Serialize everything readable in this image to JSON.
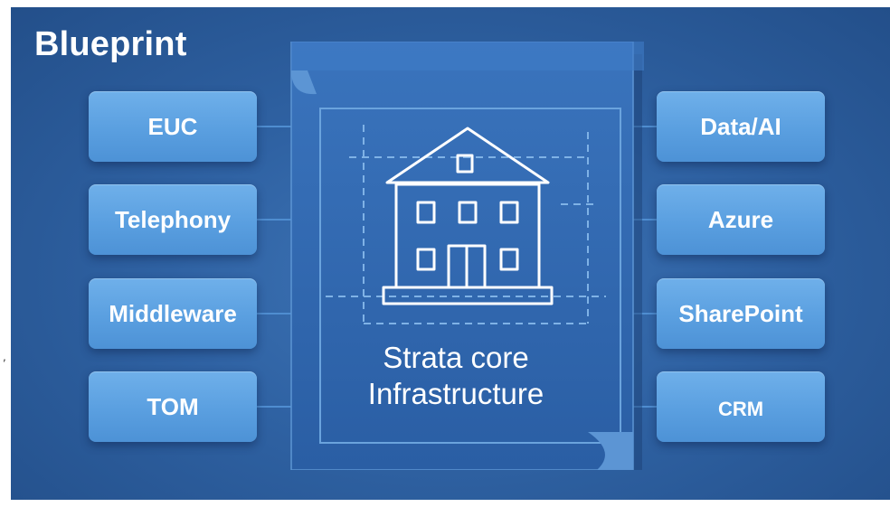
{
  "title": "Blueprint",
  "center": {
    "line1": "Strata core",
    "line2": "Infrastructure",
    "icon": "house-icon"
  },
  "left_nodes": [
    {
      "label": "EUC"
    },
    {
      "label": "Telephony"
    },
    {
      "label": "Middleware"
    },
    {
      "label": "TOM"
    }
  ],
  "right_nodes": [
    {
      "label": "Data/AI"
    },
    {
      "label": "Azure"
    },
    {
      "label": "SharePoint"
    },
    {
      "label": "CRM"
    }
  ],
  "colors": {
    "background": "#2f62a3",
    "node": "#5a9fe0",
    "document": "#2e66ad",
    "line": "#4f8dd0"
  }
}
